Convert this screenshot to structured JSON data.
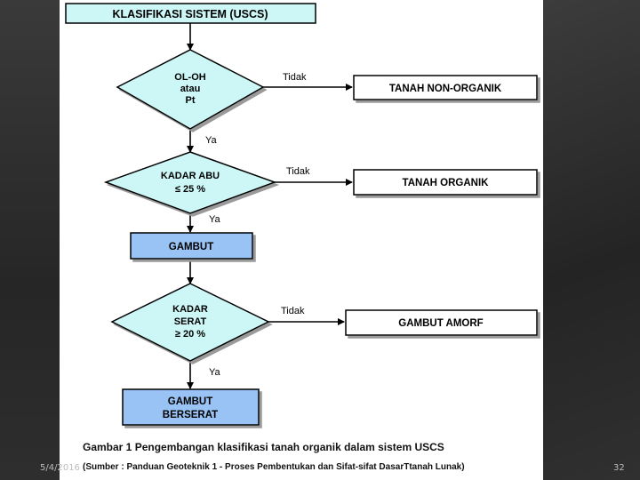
{
  "diagram": {
    "top_box": "KLASIFIKASI SISTEM (USCS)",
    "decision1": [
      "OL-OH",
      "atau",
      "Pt"
    ],
    "decision2": [
      "KADAR ABU",
      "≤ 25 %"
    ],
    "decision3": [
      "KADAR",
      "SERAT",
      "≥ 20 %"
    ],
    "result1": "TANAH NON-ORGANIK",
    "result2": "TANAH ORGANIK",
    "result3": "GAMBUT AMORF",
    "gambut": "GAMBUT",
    "gambut_berserat": [
      "GAMBUT",
      "BERSERAT"
    ],
    "no_label": "Tidak",
    "yes_label": "Ya"
  },
  "caption": "Gambar 1  Pengembangan klasifikasi tanah organik dalam sistem USCS",
  "source": "(Sumber : Panduan Geoteknik 1 - Proses Pembentukan dan Sifat-sifat DasarTtanah Lunak)",
  "footer": {
    "date": "5/4/2016",
    "page": "32"
  },
  "colors": {
    "decision_fill": "#cdf7f7",
    "gambut_fill": "#99c3f4",
    "background": "#2b2b2b"
  }
}
